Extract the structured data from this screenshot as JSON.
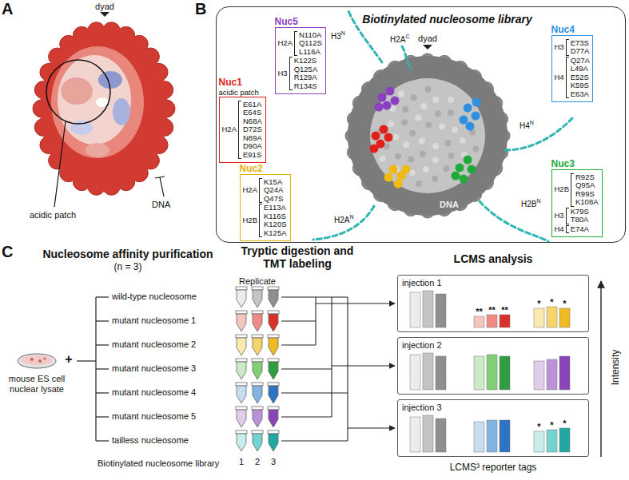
{
  "diagram": {
    "nodes": [
      {
        "text": [
          "Biotinylated nucleosome library"
        ]
      },
      {
        "text": [
          "Nuc5",
          "H2A",
          "N110A Q112S L116A",
          "H3",
          "K122S Q125A R129A R134S"
        ],
        "in": 0
      },
      {
        "text": [
          "Nuc4",
          "H3",
          "E73S D77A",
          "H4",
          "Q27A L49A E52S K59S E63A"
        ],
        "in": 0
      },
      {
        "text": [
          "Nuc1",
          "acidic patch",
          "H2A",
          "E61A E64S N68A D72S N89A D90A E91S"
        ],
        "in": 0
      },
      {
        "text": [
          "Nuc2",
          "H2A",
          "K15A Q24A Q47S",
          "H2B",
          "E113A K116S K120S K125A"
        ],
        "in": 0
      },
      {
        "text": [
          "Nuc3",
          "H2B",
          "R92S Q95A R99S K108A",
          "H3",
          "K79S T80A",
          "H4",
          "E74A"
        ],
        "in": 0
      },
      {
        "text": [
          "injection 1",
          "**",
          "**",
          "**",
          "*",
          "*",
          "*"
        ]
      },
      {
        "text": [
          "injection 2"
        ]
      },
      {
        "text": [
          "injection 3",
          "*",
          "*",
          "*"
        ]
      }
    ],
    "labels": [
      "A",
      "dyad",
      "acidic patch",
      "DNA",
      "B",
      "dyad",
      "H3",
      "N",
      "H2A",
      "C",
      "H4",
      "N",
      "H2A",
      "N",
      "H2B",
      "N",
      "DNA",
      "C",
      "Nucleosome affinity purification",
      "(n = 3)",
      "Tryptic digestion and TMT labeling",
      "Replicate",
      "LCMS analysis",
      "wild-type nucleosome",
      "mutant nucleosome 1",
      "mutant nucleosome 2",
      "mutant nucleosome 3",
      "mutant nucleosome 4",
      "mutant nucleosome 5",
      "tailless nucleosome",
      "mouse ES cell nuclear lysate",
      "+",
      "Biotinylated nucleosome library",
      "1",
      "2",
      "3",
      "Intensity",
      "LCMS³ reporter tags"
    ]
  }
}
